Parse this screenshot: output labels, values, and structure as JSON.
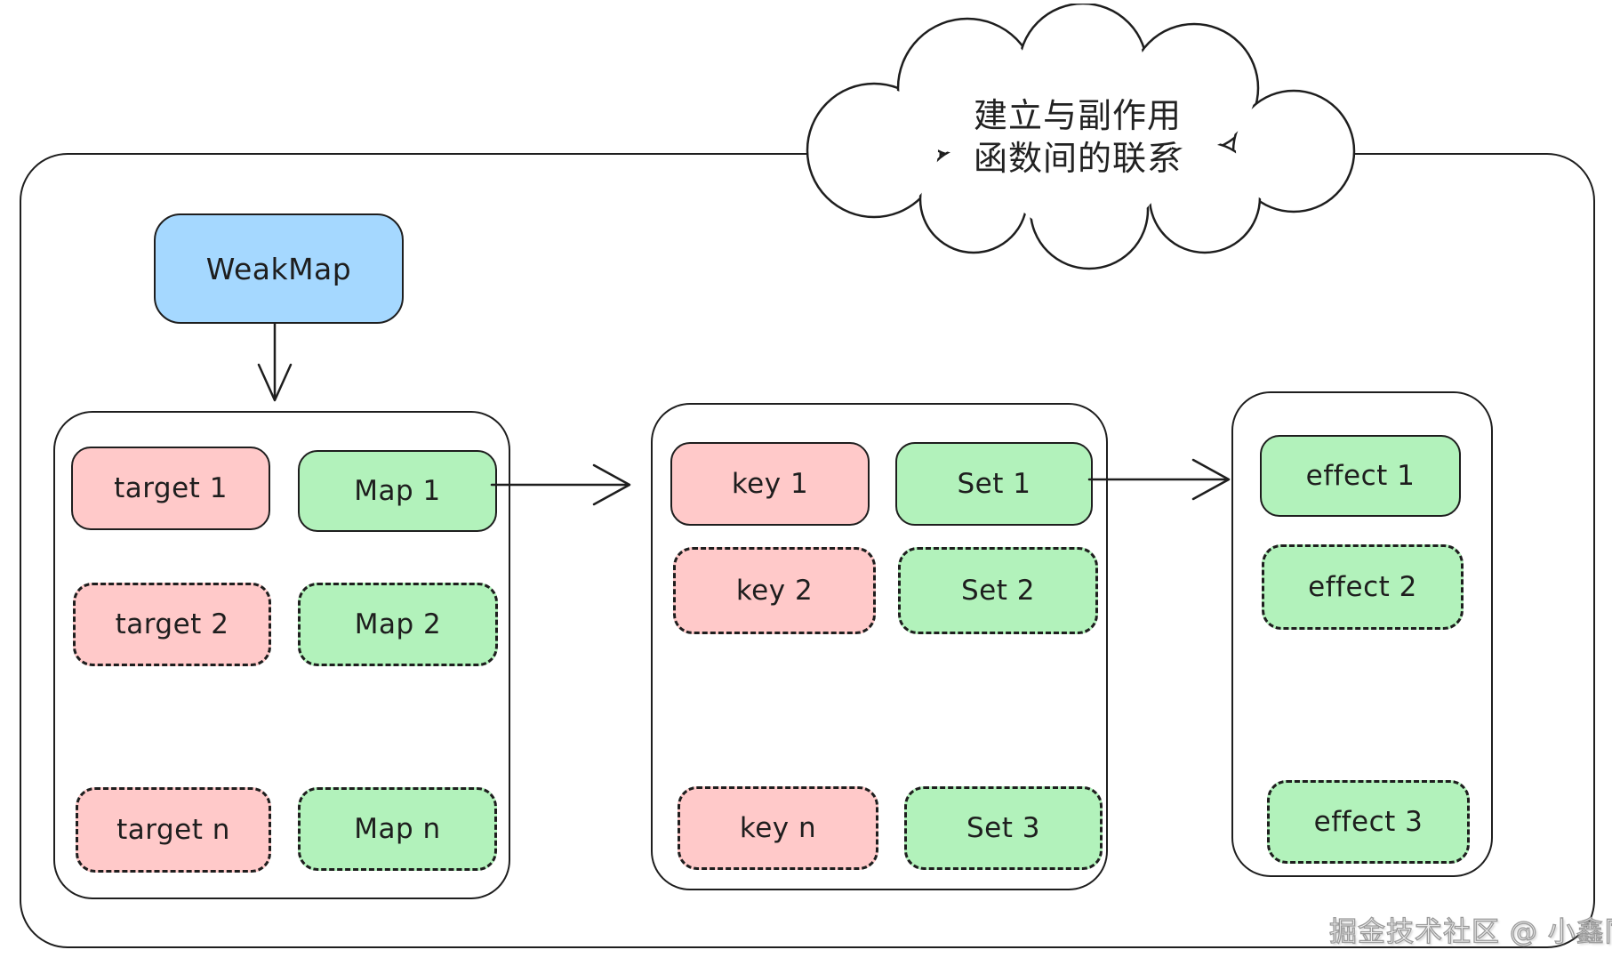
{
  "cloud": {
    "lines": [
      "建立与副作用",
      "函数间的联系"
    ]
  },
  "weakmap": {
    "label": "WeakMap"
  },
  "groups": {
    "targets": {
      "rows": [
        {
          "left": "target 1",
          "right": "Map 1",
          "style": "solid"
        },
        {
          "left": "target 2",
          "right": "Map 2",
          "style": "dashed"
        },
        {
          "left": "target n",
          "right": "Map n",
          "style": "dashed"
        }
      ]
    },
    "keys": {
      "rows": [
        {
          "left": "key 1",
          "right": "Set 1",
          "style": "solid"
        },
        {
          "left": "key 2",
          "right": "Set 2",
          "style": "dashed"
        },
        {
          "left": "key n",
          "right": "Set 3",
          "style": "dashed"
        }
      ]
    },
    "effects": {
      "items": [
        {
          "label": "effect 1",
          "style": "solid"
        },
        {
          "label": "effect 2",
          "style": "dashed"
        },
        {
          "label": "effect 3",
          "style": "dashed"
        }
      ]
    }
  },
  "watermark": "掘金技术社区 @ 小鑫同学",
  "colors": {
    "stroke": "#1e1e1e",
    "blue_fill": "#a5d8ff",
    "pink_fill": "#ffc9c9",
    "green_fill": "#b2f2bb",
    "background": "#ffffff",
    "watermark_gray": "#9a9a9a"
  }
}
